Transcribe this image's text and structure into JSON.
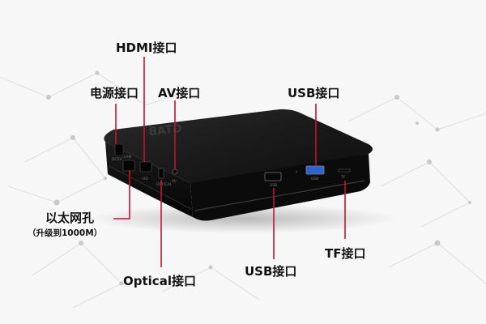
{
  "labels": {
    "hdmi": "HDMI接口",
    "power": "电源接口",
    "av": "AV接口",
    "usb_top": "USB接口",
    "ethernet": "以太网孔",
    "ethernet_note": "（升级到1000M）",
    "optical": "Optical接口",
    "usb_bottom": "USB接口",
    "tf": "TF接口"
  },
  "device": {
    "brand_mark": "GTAB",
    "port_marks": {
      "dc": "DC5V",
      "lan": "LAN",
      "hdmi": "HD",
      "optical": "OPTICAL",
      "av": "AV",
      "usb1": "USB",
      "usb2": "USB",
      "tf": "TF"
    }
  },
  "colors": {
    "leader": "#c8102e",
    "device_body": "#141414",
    "usb3_port": "#2a63d4"
  }
}
